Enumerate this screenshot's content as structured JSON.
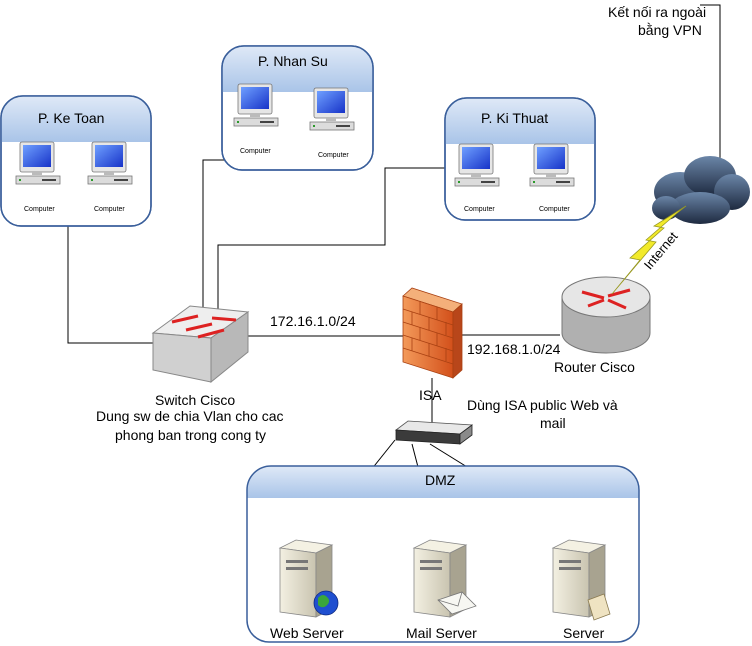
{
  "groups": {
    "ke_toan": {
      "title": "P. Ke Toan",
      "computers": [
        "Computer",
        "Computer"
      ]
    },
    "nhan_su": {
      "title": "P. Nhan Su",
      "computers": [
        "Computer",
        "Computer"
      ]
    },
    "ki_thuat": {
      "title": "P. Ki Thuat",
      "computers": [
        "Computer",
        "Computer"
      ]
    },
    "dmz": {
      "title": "DMZ"
    }
  },
  "devices": {
    "switch": {
      "name": "Switch Cisco",
      "note_line1": "Dung sw de chia Vlan cho cac",
      "note_line2": "phong ban trong cong ty"
    },
    "isa": {
      "name": "ISA",
      "note_line1": "Dùng ISA public Web và",
      "note_line2": "mail"
    },
    "router": {
      "name": "Router Cisco"
    },
    "cloud": {
      "note_line1": "Kết nối ra ngoài",
      "note_line2": "bằng VPN",
      "link_label": "Internet"
    }
  },
  "links": {
    "switch_isa": "172.16.1.0/24",
    "isa_router": "192.168.1.0/24"
  },
  "servers": {
    "web": "Web Server",
    "mail": "Mail Server",
    "generic": "Server"
  },
  "colors": {
    "group_header": "#a9c4e8",
    "group_border": "#3a5f9b",
    "firewall": "#e8692a",
    "lightning": "#f2ea2a"
  }
}
